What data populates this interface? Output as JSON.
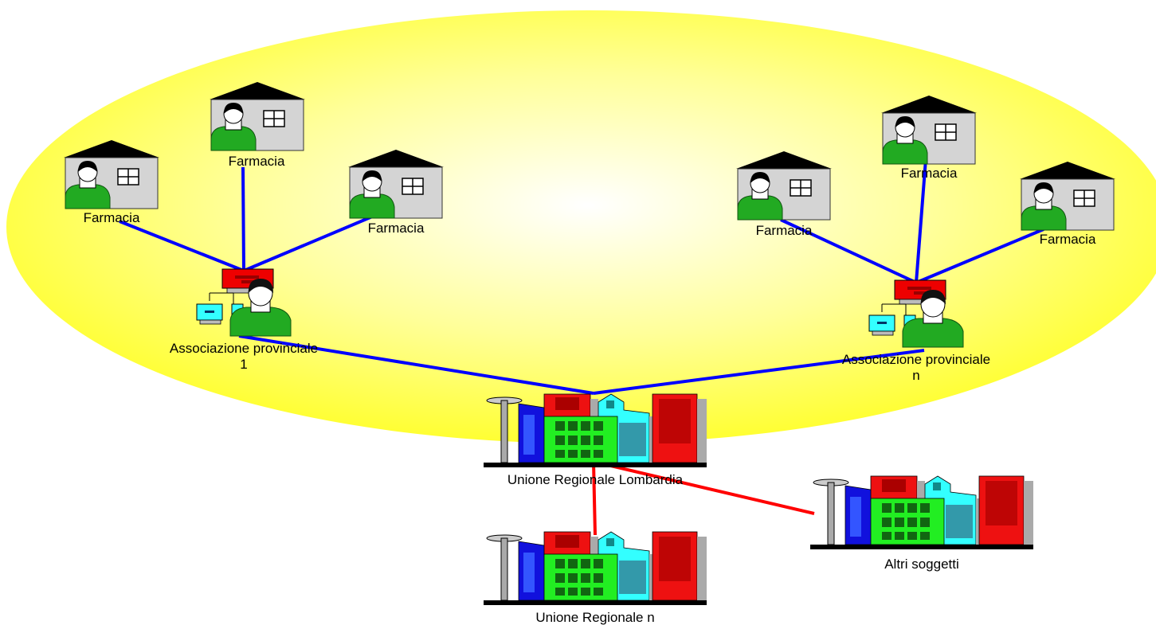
{
  "colors": {
    "ellipse_center": "#ffffff",
    "ellipse_edge": "#ffff33",
    "blue_link": "#0000ff",
    "red_link": "#ff0000",
    "house_wall": "#d4d4d4",
    "house_roof": "#000000",
    "person": "#22aa22",
    "building_green": "#22ee22",
    "building_blue": "#1111dd",
    "building_red": "#ee1111",
    "building_cyan": "#33ffff"
  },
  "pharmacies_left": {
    "p1": "Farmacia",
    "p2": "Farmacia",
    "p3": "Farmacia"
  },
  "pharmacies_right": {
    "p1": "Farmacia",
    "p2": "Farmacia",
    "p3": "Farmacia"
  },
  "association_left": {
    "line1": "Associazione provinciale",
    "line2": "1"
  },
  "association_right": {
    "line1": "Associazione provinciale",
    "line2": "n"
  },
  "hub": {
    "label": "Unione Regionale Lombardia"
  },
  "regional_n": {
    "label": "Unione Regionale n"
  },
  "others": {
    "label": "Altri soggetti"
  }
}
